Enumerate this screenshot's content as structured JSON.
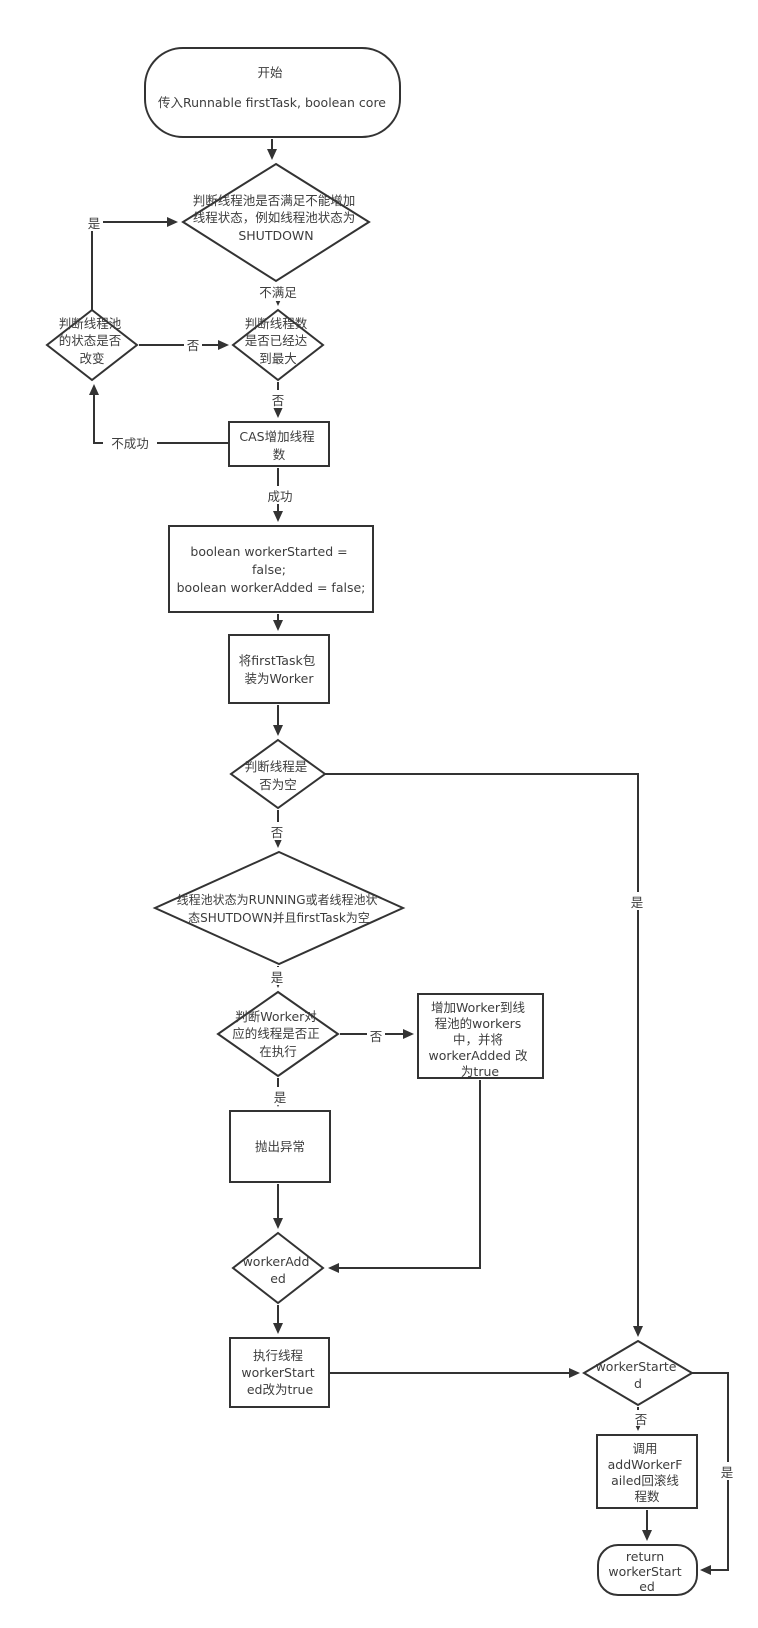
{
  "diagram": {
    "type": "flowchart",
    "colors": {
      "stroke": "#333333",
      "text": "#3d3d3d",
      "background": "#ffffff"
    },
    "nodes": {
      "start": {
        "shape": "terminator",
        "lines": [
          "开始",
          "传入Runnable firstTask, boolean core"
        ]
      },
      "check_state": {
        "shape": "decision",
        "lines": [
          "判断线程池是否满足不能增加",
          "线程状态，例如线程池状态为",
          "SHUTDOWN"
        ]
      },
      "state_changed": {
        "shape": "decision",
        "lines": [
          "判断线程池",
          "的状态是否",
          "改变"
        ]
      },
      "max_threads": {
        "shape": "decision",
        "lines": [
          "判断线程数",
          "是否已经达",
          "到最大"
        ]
      },
      "cas_increment": {
        "shape": "process",
        "lines": [
          "CAS增加线程",
          "数"
        ]
      },
      "init_flags": {
        "shape": "process",
        "lines": [
          "boolean workerStarted =",
          "false;",
          "boolean workerAdded = false;"
        ]
      },
      "wrap_worker": {
        "shape": "process",
        "lines": [
          "将firstTask包",
          "装为Worker"
        ]
      },
      "thread_null": {
        "shape": "decision",
        "lines": [
          "判断线程是",
          "否为空"
        ]
      },
      "pool_state": {
        "shape": "decision",
        "lines": [
          "线程池状态为RUNNING或者线程池状",
          "态SHUTDOWN并且firstTask为空"
        ]
      },
      "thread_running": {
        "shape": "decision",
        "lines": [
          "判断Worker对",
          "应的线程是否正",
          "在执行"
        ]
      },
      "add_worker": {
        "shape": "process",
        "lines": [
          "增加Worker到线",
          "程池的workers",
          "中，并将",
          "workerAdded 改",
          "为true"
        ]
      },
      "throw_exception": {
        "shape": "process",
        "lines": [
          "抛出异常"
        ]
      },
      "worker_added": {
        "shape": "decision",
        "lines": [
          "workerAdd",
          "ed"
        ]
      },
      "start_thread": {
        "shape": "process",
        "lines": [
          "执行线程",
          "workerStart",
          "ed改为true"
        ]
      },
      "worker_started": {
        "shape": "decision",
        "lines": [
          "workerStarte",
          "d"
        ]
      },
      "add_worker_failed": {
        "shape": "process",
        "lines": [
          "调用",
          "addWorkerF",
          "ailed回滚线",
          "程数"
        ]
      },
      "return_node": {
        "shape": "terminator",
        "lines": [
          "return",
          "workerStart",
          "ed"
        ]
      }
    },
    "edge_labels": {
      "state_changed_yes": "是",
      "check_not_satisfied": "不满足",
      "state_changed_no": "否",
      "max_threads_no": "否",
      "cas_fail": "不成功",
      "cas_success": "成功",
      "thread_null_no": "否",
      "pool_state_yes": "是",
      "thread_running_no": "否",
      "thread_running_yes": "是",
      "thread_null_yes": "是",
      "worker_started_no": "否",
      "worker_started_yes": "是"
    }
  }
}
